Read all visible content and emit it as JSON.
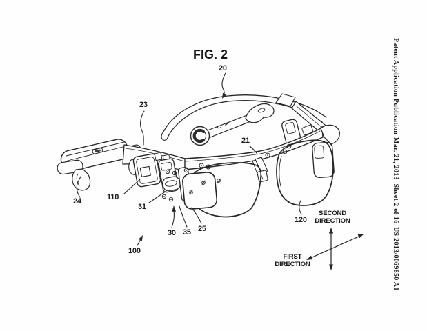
{
  "header": {
    "publication": "Patent Application Publication",
    "date_sheet": "Mar. 21, 2013  Sheet 2 of 16",
    "doc_number": "US 2013/0069850 A1"
  },
  "figure": {
    "title": "FIG. 2",
    "ref_labels": [
      "20",
      "23",
      "24",
      "110",
      "31",
      "30",
      "35",
      "25",
      "100",
      "21",
      "120"
    ],
    "direction_indicator": {
      "second_line1": "SECOND",
      "second_line2": "DIRECTION",
      "first_line1": "FIRST",
      "first_line2": "DIRECTION"
    }
  },
  "colors": {
    "ink": "#262626",
    "paper": "#fefefe"
  }
}
